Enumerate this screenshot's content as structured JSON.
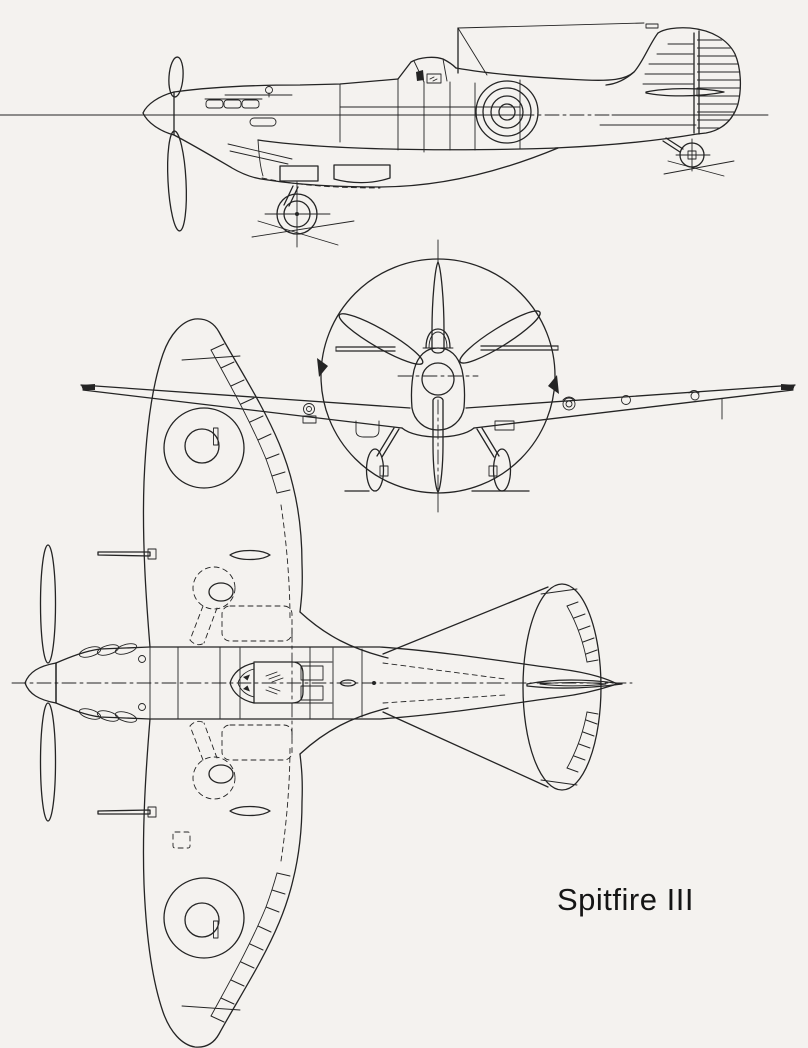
{
  "figure": {
    "title": "Spitfire III",
    "drawing_type": "three-view aircraft line drawing",
    "views": [
      "side-profile",
      "front",
      "top-plan"
    ]
  },
  "colors": {
    "paper": "#f4f2ef",
    "ink": "#242424",
    "text": "#151515"
  }
}
